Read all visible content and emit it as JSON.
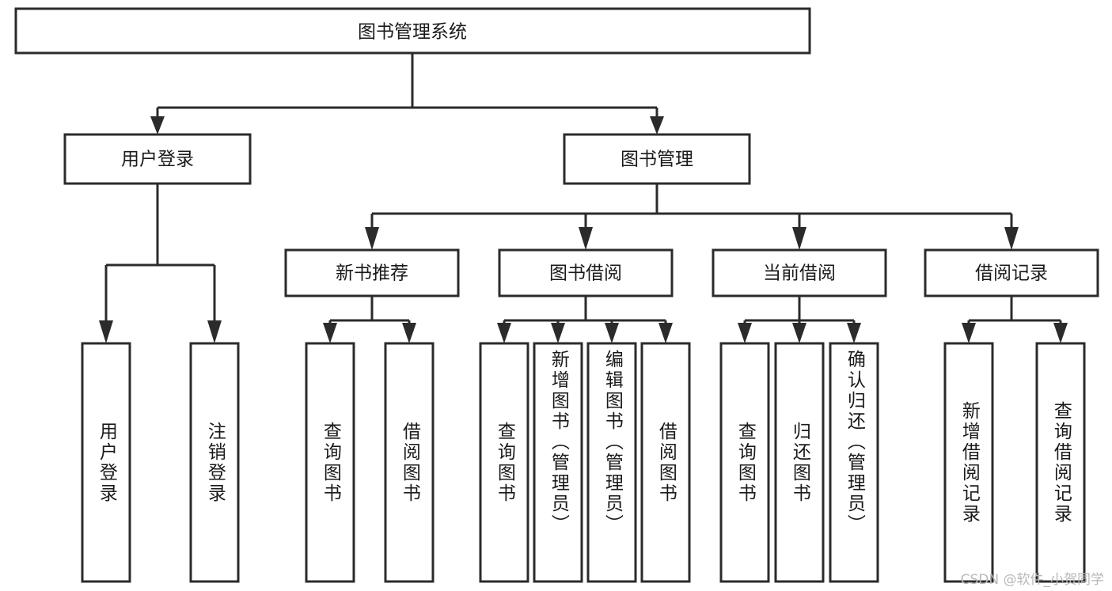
{
  "diagram": {
    "type": "tree-hierarchy-flowchart",
    "title": "图书管理系统",
    "levels": 4,
    "root": {
      "id": "root",
      "label": "图书管理系统",
      "orientation": "horizontal"
    },
    "level2": [
      {
        "id": "user-login",
        "label": "用户登录",
        "orientation": "horizontal"
      },
      {
        "id": "book-manage",
        "label": "图书管理",
        "orientation": "horizontal"
      }
    ],
    "level3": [
      {
        "id": "new-book-rec",
        "label": "新书推荐",
        "orientation": "horizontal",
        "parent": "book-manage"
      },
      {
        "id": "book-borrow",
        "label": "图书借阅",
        "orientation": "horizontal",
        "parent": "book-manage"
      },
      {
        "id": "current-borrow",
        "label": "当前借阅",
        "orientation": "horizontal",
        "parent": "book-manage"
      },
      {
        "id": "borrow-record",
        "label": "借阅记录",
        "orientation": "horizontal",
        "parent": "book-manage"
      }
    ],
    "leaves": [
      {
        "id": "leaf-user-login",
        "label": "用户登录",
        "orientation": "vertical",
        "parent": "user-login"
      },
      {
        "id": "leaf-user-logout",
        "label": "注销登录",
        "orientation": "vertical",
        "parent": "user-login"
      },
      {
        "id": "leaf-query-book-1",
        "label": "查询图书",
        "orientation": "vertical",
        "parent": "new-book-rec"
      },
      {
        "id": "leaf-borrow-book-1",
        "label": "借阅图书",
        "orientation": "vertical",
        "parent": "new-book-rec"
      },
      {
        "id": "leaf-query-book-2",
        "label": "查询图书",
        "orientation": "vertical",
        "parent": "book-borrow"
      },
      {
        "id": "leaf-add-book",
        "label": "新增图书（管理员）",
        "orientation": "vertical",
        "parent": "book-borrow"
      },
      {
        "id": "leaf-edit-book",
        "label": "编辑图书（管理员）",
        "orientation": "vertical",
        "parent": "book-borrow"
      },
      {
        "id": "leaf-borrow-book-2",
        "label": "借阅图书",
        "orientation": "vertical",
        "parent": "book-borrow"
      },
      {
        "id": "leaf-query-book-3",
        "label": "查询图书",
        "orientation": "vertical",
        "parent": "current-borrow"
      },
      {
        "id": "leaf-return-book",
        "label": "归还图书",
        "orientation": "vertical",
        "parent": "current-borrow"
      },
      {
        "id": "leaf-confirm-return",
        "label": "确认归还（管理员）",
        "orientation": "vertical",
        "parent": "current-borrow"
      },
      {
        "id": "leaf-add-record",
        "label": "新增借阅记录",
        "orientation": "vertical",
        "parent": "borrow-record"
      },
      {
        "id": "leaf-query-record",
        "label": "查询借阅记录",
        "orientation": "vertical",
        "parent": "borrow-record"
      }
    ],
    "colors": {
      "stroke": "#2b2b2b",
      "fill": "#ffffff",
      "text": "#1a1a1a",
      "background": "#ffffff",
      "watermark": "#b8b8b8"
    }
  },
  "watermark": {
    "text": "CSDN @软件_小贺同学"
  }
}
